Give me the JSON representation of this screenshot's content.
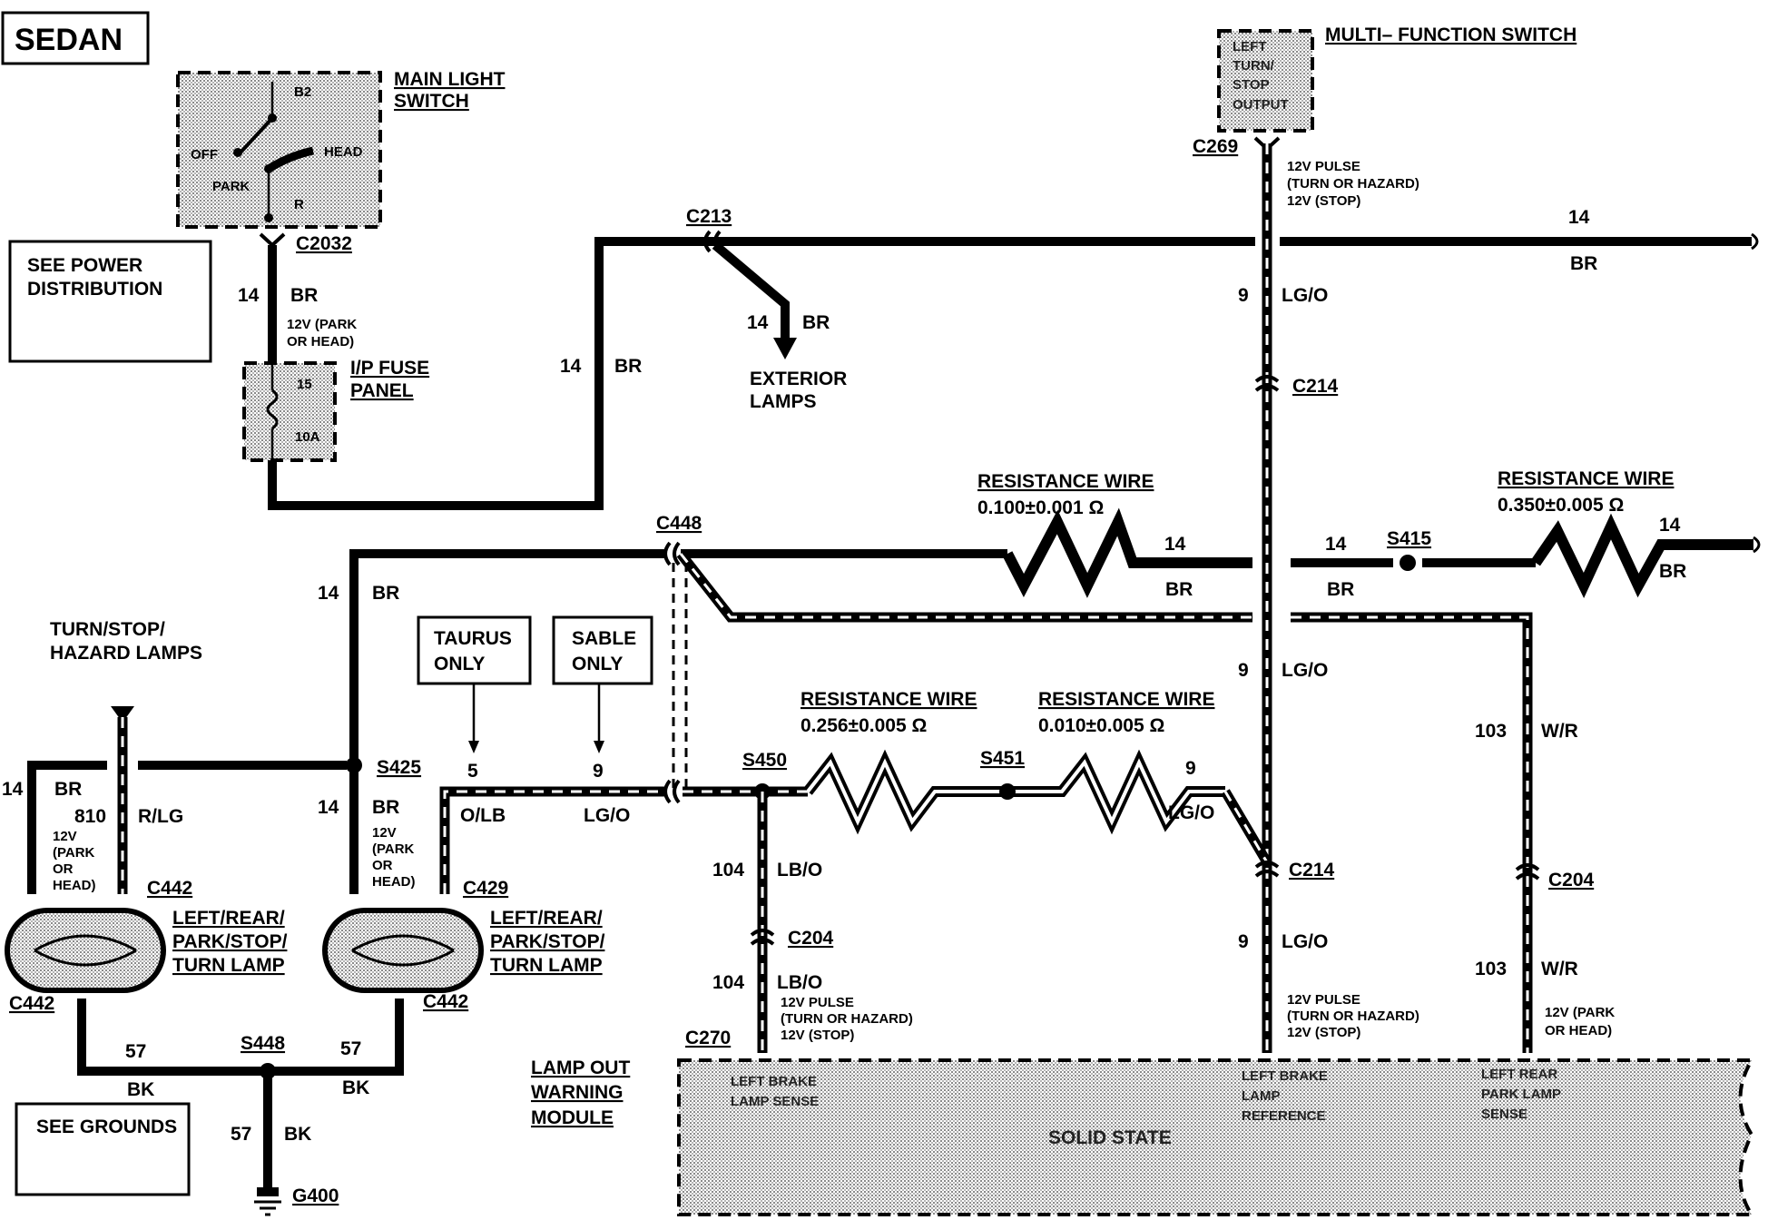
{
  "title": "SEDAN",
  "main_light_switch": {
    "name_line1": "MAIN LIGHT",
    "name_line2": "SWITCH",
    "b2": "B2",
    "off": "OFF",
    "park": "PARK",
    "head": "HEAD",
    "r": "R"
  },
  "boxes": {
    "power_line1": "SEE POWER",
    "power_line2": "DISTRIBUTION",
    "grounds": "SEE GROUNDS",
    "taurus_line1": "TAURUS",
    "taurus_line2": "ONLY",
    "sable_line1": "SABLE",
    "sable_line2": "ONLY"
  },
  "fuse": {
    "name_line1": "I/P FUSE",
    "name_line2": "PANEL",
    "num": "15",
    "rating": "10A"
  },
  "mfs": {
    "name": "MULTI– FUNCTION SWITCH",
    "line1": "LEFT",
    "line2": "TURN/",
    "line3": "STOP",
    "line4": "OUTPUT"
  },
  "connectors": {
    "c2032": "C2032",
    "c213": "C213",
    "c269": "C269",
    "c214a": "C214",
    "c214b": "C214",
    "c448": "C448",
    "s415": "S415",
    "s425": "S425",
    "s450": "S450",
    "s451": "S451",
    "c442a": "C442",
    "c442b": "C442",
    "c442c": "C442",
    "c429": "C429",
    "c204a": "C204",
    "c204b": "C204",
    "c270": "C270",
    "s448": "S448",
    "g400": "G400"
  },
  "wires": {
    "g14": "14",
    "br": "BR",
    "g9": "9",
    "lgo": "LG/O",
    "g5": "5",
    "olb": "O/LB",
    "g810": "810",
    "rlg": "R/LG",
    "g104": "104",
    "lbo": "LB/O",
    "g103": "103",
    "wr": "W/R",
    "g57": "57",
    "bk": "BK"
  },
  "notes": {
    "park_head_a": "12V (PARK",
    "park_head_b": "OR HEAD)",
    "v12": "12V",
    "park_open": "(PARK",
    "or_word": "OR",
    "head_close": "HEAD)",
    "pulse_a": "12V PULSE",
    "pulse_b": "(TURN OR HAZARD)",
    "pulse_c": "12V (STOP)"
  },
  "resistance": {
    "title": "RESISTANCE WIRE",
    "r1": "0.100±0.001 Ω",
    "r2": "0.350±0.005 Ω",
    "r3": "0.256±0.005 Ω",
    "r4": "0.010±0.005 Ω"
  },
  "labels": {
    "exterior_line1": "EXTERIOR",
    "exterior_line2": "LAMPS",
    "hazard_line1": "TURN/STOP/",
    "hazard_line2": "HAZARD LAMPS",
    "lamp_line1": "LEFT/REAR/",
    "lamp_line2": "PARK/STOP/",
    "lamp_line3": "TURN LAMP",
    "lowm_line1": "LAMP OUT",
    "lowm_line2": "WARNING",
    "lowm_line3": "MODULE"
  },
  "module": {
    "pin1_line1": "LEFT BRAKE",
    "pin1_line2": "LAMP SENSE",
    "pin2_line1": "LEFT BRAKE",
    "pin2_line2": "LAMP",
    "pin2_line3": "REFERENCE",
    "pin3_line1": "LEFT REAR",
    "pin3_line2": "PARK LAMP",
    "pin3_line3": "SENSE",
    "type": "SOLID STATE"
  }
}
